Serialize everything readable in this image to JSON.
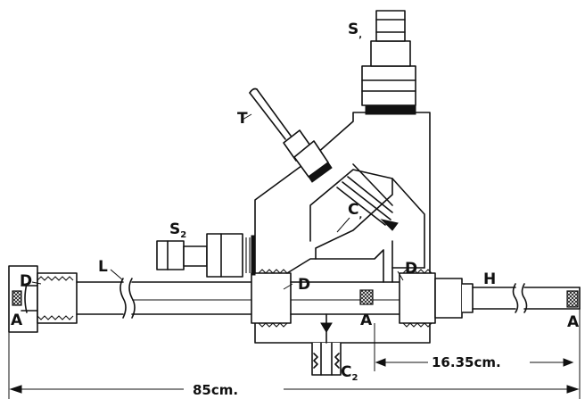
{
  "labels": {
    "L": "L",
    "H": "H",
    "T": "T",
    "D_left": "D",
    "D_mid": "D",
    "D_right": "D",
    "A_left": "A",
    "A_mid": "A",
    "A_right": "A",
    "S1_main": "S",
    "S1_sub": ",",
    "S2_main": "S",
    "S2_sub": "2",
    "C1_main": "C",
    "C1_sub": ",",
    "C2_main": "C",
    "C2_sub": "2"
  },
  "dimensions": {
    "overall_length": "85cm.",
    "right_section_length": "16.35cm."
  }
}
